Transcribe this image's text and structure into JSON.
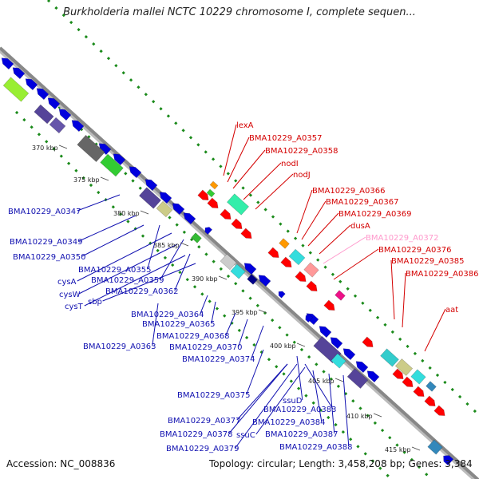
{
  "title": "Burkholderia mallei NCTC 10229 chromosome I, complete sequen...",
  "accession": "Accession: NC_008836",
  "summary": "Topology: circular; Length: 3,458,208 bp; Genes: 3,384",
  "colors": {
    "backbone": "#888888",
    "forward_gene": "#ff0000",
    "reverse_gene": "#0000dd",
    "dotted_ring": "#1a8a1a",
    "label_forward": "#d40000",
    "label_reverse": "#1010b0",
    "label_highlight": "#ff99cc"
  },
  "ticks": [
    "370 kbp",
    "375 kbp",
    "380 kbp",
    "385 kbp",
    "390 kbp",
    "395 kbp",
    "400 kbp",
    "405 kbp",
    "410 kbp",
    "415 kbp"
  ],
  "labels_forward": [
    "lexA",
    "BMA10229_A0357",
    "BMA10229_A0358",
    "nodI",
    "nodJ",
    "BMA10229_A0366",
    "BMA10229_A0367",
    "BMA10229_A0369",
    "dusA",
    "BMA10229_A0372",
    "BMA10229_A0376",
    "BMA10229_A0385",
    "BMA10229_A0386",
    "aat"
  ],
  "labels_reverse": [
    "BMA10229_A0347",
    "BMA10229_A0349",
    "BMA10229_A0350",
    "BMA10229_A0355",
    "cysA",
    "BMA10229_A0359",
    "cysW",
    "BMA10229_A0362",
    "cysT",
    "sbp",
    "BMA10229_A0364",
    "BMA10229_A0365",
    "BMA10229_A0368",
    "BMA10229_A0363",
    "BMA10229_A0370",
    "BMA10229_A0374",
    "BMA10229_A0375",
    "ssuD",
    "BMA10229_A0383",
    "BMA10229_A0377",
    "BMA10229_A0384",
    "BMA10229_A0378",
    "ssuC",
    "BMA10229_A0387",
    "BMA10229_A0379",
    "BMA10229_A0388"
  ]
}
